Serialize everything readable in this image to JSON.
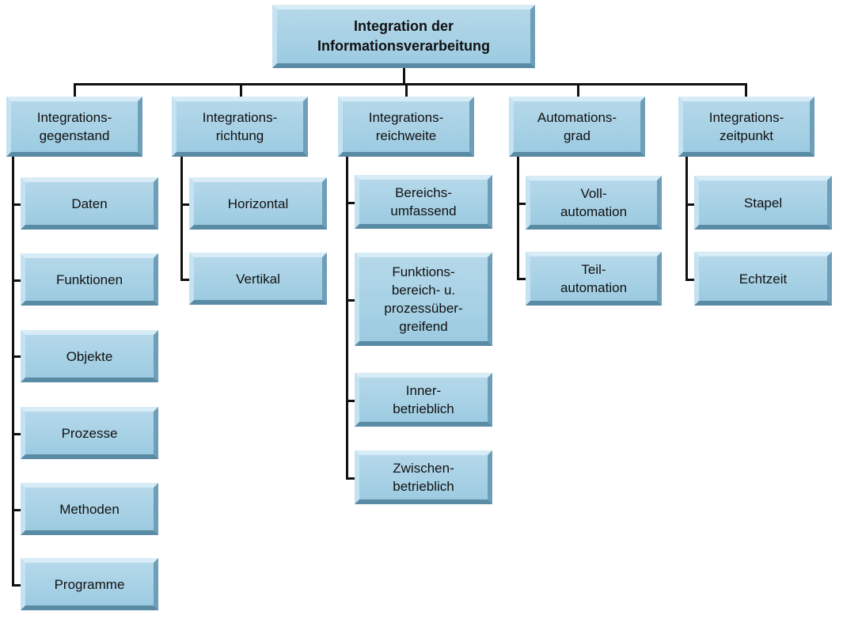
{
  "root": {
    "label": "Integration der\nInformationsverarbeitung"
  },
  "categories": [
    {
      "label": "Integrations-\ngegenstand",
      "items": [
        "Daten",
        "Funktionen",
        "Objekte",
        "Prozesse",
        "Methoden",
        "Programme"
      ]
    },
    {
      "label": "Integrations-\nrichtung",
      "items": [
        "Horizontal",
        "Vertikal"
      ]
    },
    {
      "label": "Integrations-\nreichweite",
      "items": [
        "Bereichs-\numfassend",
        "Funktions-\nbereich- u.\nprozessüber-\ngreifend",
        "Inner-\nbetrieblich",
        "Zwischen-\nbetrieblich"
      ]
    },
    {
      "label": "Automations-\ngrad",
      "items": [
        "Voll-\nautomation",
        "Teil-\nautomation"
      ]
    },
    {
      "label": "Integrations-\nzeitpunkt",
      "items": [
        "Stapel",
        "Echtzeit"
      ]
    }
  ]
}
